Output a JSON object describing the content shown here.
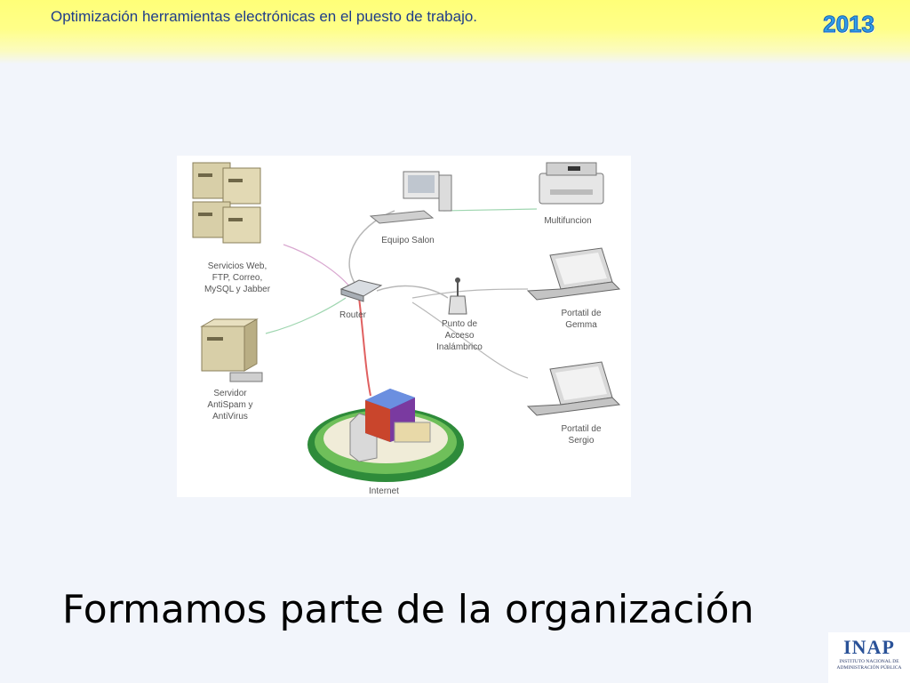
{
  "header": {
    "title": "Optimización herramientas electrónicas en el puesto de trabajo.",
    "year": "2013"
  },
  "diagram": {
    "labels": {
      "equipo_salon": "Equipo Salon",
      "multifuncion": "Multifuncion",
      "servicios_1": "Servicios Web,",
      "servicios_2": "FTP, Correo,",
      "servicios_3": "MySQL y Jabber",
      "router": "Router",
      "punto_1": "Punto de",
      "punto_2": "Acceso",
      "punto_3": "Inalámbrico",
      "portatil1_1": "Portatil de",
      "portatil1_2": "Gemma",
      "servidor_1": "Servidor",
      "servidor_2": "AntiSpam y",
      "servidor_3": "AntiVirus",
      "portatil2_1": "Portatil de",
      "portatil2_2": "Sergio",
      "internet": "Internet"
    }
  },
  "slide": {
    "title": "Formamos parte de la organización"
  },
  "logo": {
    "name": "INAP",
    "sub_line1": "INSTITUTO NACIONAL DE",
    "sub_line2": "ADMINISTRACIÓN PÚBLICA"
  }
}
